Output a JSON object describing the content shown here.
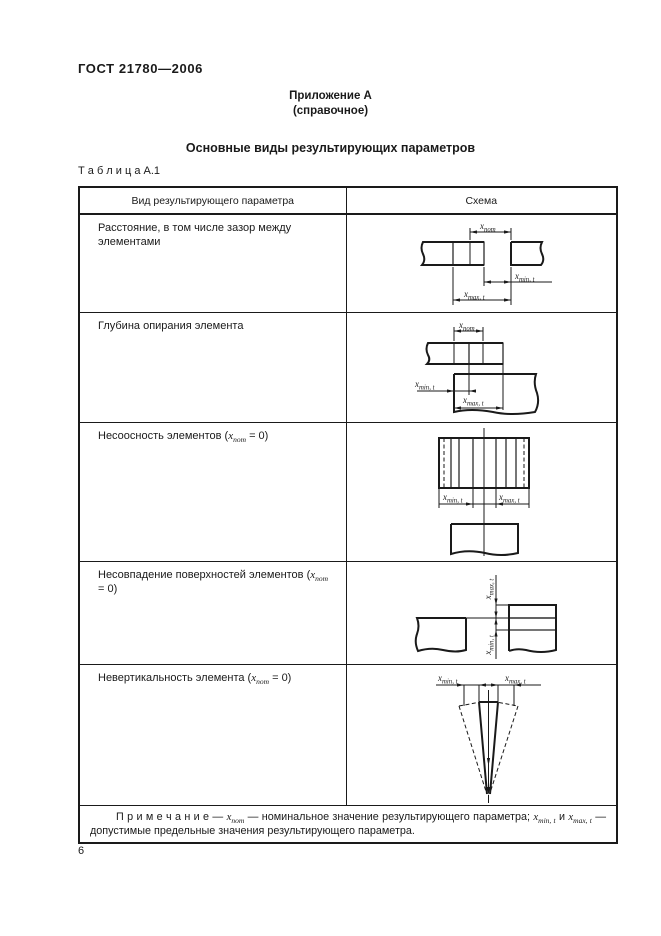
{
  "page": {
    "doc_code": "ГОСТ  21780—2006",
    "appendix_title": "Приложение А",
    "appendix_subtitle": "(справочное)",
    "main_title": "Основные виды результирующих параметров",
    "table_caption": "Т а б л и ц а   А.1",
    "page_number": "6"
  },
  "table": {
    "header": {
      "param": "Вид результирующего параметра",
      "scheme": "Схема"
    },
    "rows": [
      {
        "prefix": "Расстояние, в том числе зазор между элементами",
        "sym": "",
        "sub": "",
        "suffix": ""
      },
      {
        "prefix": "Глубина опирания элемента",
        "sym": "",
        "sub": "",
        "suffix": ""
      },
      {
        "prefix": "Несоосность элементов (",
        "sym": "x",
        "sub": "nom",
        "suffix": " = 0)"
      },
      {
        "prefix": "Несовпадение поверхностей элементов (",
        "sym": "x",
        "sub": "nom",
        "suffix": " = 0)"
      },
      {
        "prefix": "Невертикальность элемента (",
        "sym": "x",
        "sub": "nom",
        "suffix": " = 0)"
      }
    ]
  },
  "labels": {
    "x_nom": {
      "base": "x",
      "sub": "nom"
    },
    "x_min": {
      "base": "x",
      "sub": "min, t"
    },
    "x_max": {
      "base": "x",
      "sub": "max, t"
    }
  },
  "note": {
    "label": "П р и м е ч а н и е",
    "seg1": " — ",
    "sym1": "x",
    "sub1": "nom",
    "seg2": " — номинальное значение результирующего параметра; ",
    "sym2": "x",
    "sub2": "min, t",
    "seg3": " и ",
    "sym3": "x",
    "sub3": "max, t",
    "seg4": " — допустимые предельные значения результирующего параметра."
  },
  "colors": {
    "ink": "#1a1a1a",
    "background": "#ffffff"
  }
}
